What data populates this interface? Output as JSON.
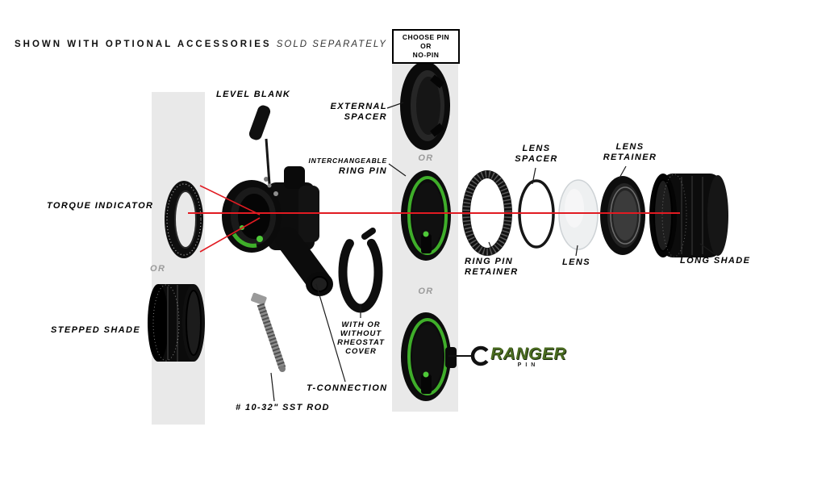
{
  "colors": {
    "accent_green": "#3fae2a",
    "red_line": "#e11b22",
    "logo_green": "#4a6b21",
    "band_gray": "#e9e9e9",
    "or_gray": "#9b9b9b"
  },
  "header": {
    "title": "SHOWN WITH OPTIONAL ACCESSORIES",
    "subtitle": "SOLD SEPARATELY"
  },
  "choose_pin_box": {
    "line1": "CHOOSE PIN",
    "line2": "OR",
    "line3": "NO-PIN"
  },
  "labels": {
    "level_blank": "LEVEL BLANK",
    "external_spacer_line1": "EXTERNAL",
    "external_spacer_line2": "SPACER",
    "interchangeable_line1": "INTERCHANGEABLE",
    "interchangeable_line2": "RING PIN",
    "torque_indicator": "TORQUE INDICATOR",
    "or_left": "OR",
    "stepped_shade": "STEPPED SHADE",
    "or_middle_top": "OR",
    "or_middle_bottom": "OR",
    "ring_pin_retainer_line1": "RING PIN",
    "ring_pin_retainer_line2": "RETAINER",
    "lens_spacer_line1": "LENS",
    "lens_spacer_line2": "SPACER",
    "lens_retainer_line1": "LENS",
    "lens_retainer_line2": "RETAINER",
    "lens": "LENS",
    "long_shade": "LONG SHADE",
    "rheostat_line1": "WITH OR",
    "rheostat_line2": "WITHOUT",
    "rheostat_line3": "RHEOSTAT",
    "rheostat_line4": "COVER",
    "t_connection": "T-CONNECTION",
    "sst_rod": "# 10-32\" SST ROD",
    "ranger_logo": "RANGER",
    "ranger_logo_sub": "PIN"
  }
}
